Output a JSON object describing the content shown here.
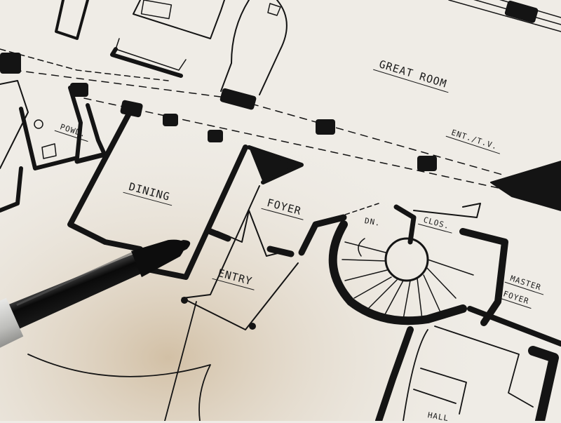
{
  "scene": {
    "description": "Photograph of a hand-drawn architectural floor plan on paper with a black felt-tip marker resting on it",
    "colors": {
      "paper": "#efece6",
      "paper_shadow": "#d9cdb8",
      "ink": "#141414",
      "marker_body": "#0d0d0d",
      "marker_band": "#c9c9c6"
    }
  },
  "rooms": {
    "great_room": "GREAT ROOM",
    "ent_tv": "ENT./T.V.",
    "powder": "POWD.",
    "dining": "DINING",
    "foyer": "FOYER",
    "entry": "ENTRY",
    "stair_dn": "DN.",
    "closet": "CLOS.",
    "master_foyer_1": "MASTER",
    "master_foyer_2": "FOYER",
    "hall_partial": "HALL"
  },
  "objects": {
    "marker": "black marker pen",
    "spiral_stair": "spiral staircase"
  }
}
